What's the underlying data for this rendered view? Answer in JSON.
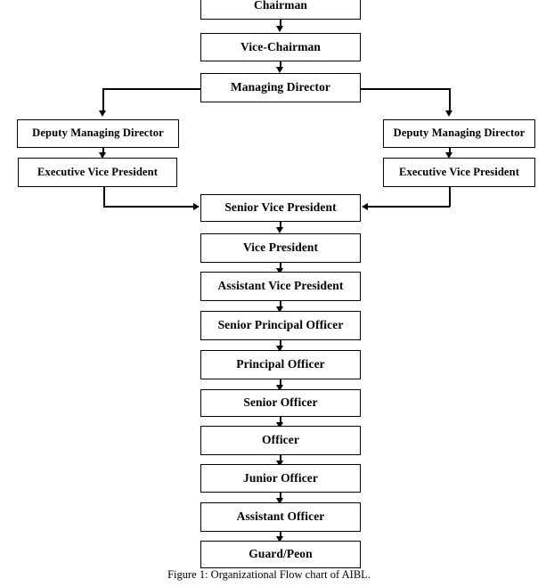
{
  "figure": {
    "caption": "Figure 1: Organizational Flow chart of AIBL.",
    "title": "Organizational Flow chart of AIBL"
  },
  "colors": {
    "background": "#ffffff",
    "box_border": "#000000",
    "text": "#000000",
    "connector": "#000000"
  },
  "chart_data": {
    "type": "diagram",
    "diagram_kind": "organizational-flow-chart",
    "title": "Organizational Flow chart of AIBL",
    "orientation": "top-down",
    "nodes": [
      {
        "id": "chairman",
        "label": "Chairman",
        "column": "center",
        "level": 0
      },
      {
        "id": "vice-chairman",
        "label": "Vice-Chairman",
        "column": "center",
        "level": 1
      },
      {
        "id": "managing-director",
        "label": "Managing Director",
        "column": "center",
        "level": 2
      },
      {
        "id": "deputy-managing-director-left",
        "label": "Deputy Managing Director",
        "column": "left",
        "level": 3
      },
      {
        "id": "executive-vice-president-left",
        "label": "Executive Vice President",
        "column": "left",
        "level": 4
      },
      {
        "id": "deputy-managing-director-right",
        "label": "Deputy Managing Director",
        "column": "right",
        "level": 3
      },
      {
        "id": "executive-vice-president-right",
        "label": "Executive Vice President",
        "column": "right",
        "level": 4
      },
      {
        "id": "senior-vice-president",
        "label": "Senior Vice President",
        "column": "center",
        "level": 5
      },
      {
        "id": "vice-president",
        "label": "Vice President",
        "column": "center",
        "level": 6
      },
      {
        "id": "assistant-vice-president",
        "label": "Assistant Vice President",
        "column": "center",
        "level": 7
      },
      {
        "id": "senior-principal-officer",
        "label": "Senior Principal Officer",
        "column": "center",
        "level": 8
      },
      {
        "id": "principal-officer",
        "label": "Principal Officer",
        "column": "center",
        "level": 9
      },
      {
        "id": "senior-officer",
        "label": "Senior Officer",
        "column": "center",
        "level": 10
      },
      {
        "id": "officer",
        "label": "Officer",
        "column": "center",
        "level": 11
      },
      {
        "id": "junior-officer",
        "label": "Junior Officer",
        "column": "center",
        "level": 12
      },
      {
        "id": "assistant-officer",
        "label": "Assistant Officer",
        "column": "center",
        "level": 13
      },
      {
        "id": "guard-peon",
        "label": "Guard/Peon",
        "column": "center",
        "level": 14
      }
    ],
    "edges": [
      {
        "from": "chairman",
        "to": "vice-chairman",
        "style": "arrow-down"
      },
      {
        "from": "vice-chairman",
        "to": "managing-director",
        "style": "arrow-down"
      },
      {
        "from": "managing-director",
        "to": "deputy-managing-director-left",
        "style": "branch-left-down"
      },
      {
        "from": "managing-director",
        "to": "deputy-managing-director-right",
        "style": "branch-right-down"
      },
      {
        "from": "deputy-managing-director-left",
        "to": "executive-vice-president-left",
        "style": "arrow-down"
      },
      {
        "from": "deputy-managing-director-right",
        "to": "executive-vice-president-right",
        "style": "arrow-down"
      },
      {
        "from": "executive-vice-president-left",
        "to": "senior-vice-president",
        "style": "merge-right-arrow"
      },
      {
        "from": "executive-vice-president-right",
        "to": "senior-vice-president",
        "style": "merge-left-arrow"
      },
      {
        "from": "senior-vice-president",
        "to": "vice-president",
        "style": "arrow-down"
      },
      {
        "from": "vice-president",
        "to": "assistant-vice-president",
        "style": "arrow-down"
      },
      {
        "from": "assistant-vice-president",
        "to": "senior-principal-officer",
        "style": "arrow-down"
      },
      {
        "from": "senior-principal-officer",
        "to": "principal-officer",
        "style": "arrow-down"
      },
      {
        "from": "principal-officer",
        "to": "senior-officer",
        "style": "arrow-down"
      },
      {
        "from": "senior-officer",
        "to": "officer",
        "style": "arrow-down"
      },
      {
        "from": "officer",
        "to": "junior-officer",
        "style": "arrow-down"
      },
      {
        "from": "junior-officer",
        "to": "assistant-officer",
        "style": "arrow-down"
      },
      {
        "from": "assistant-officer",
        "to": "guard-peon",
        "style": "arrow-down"
      }
    ]
  }
}
